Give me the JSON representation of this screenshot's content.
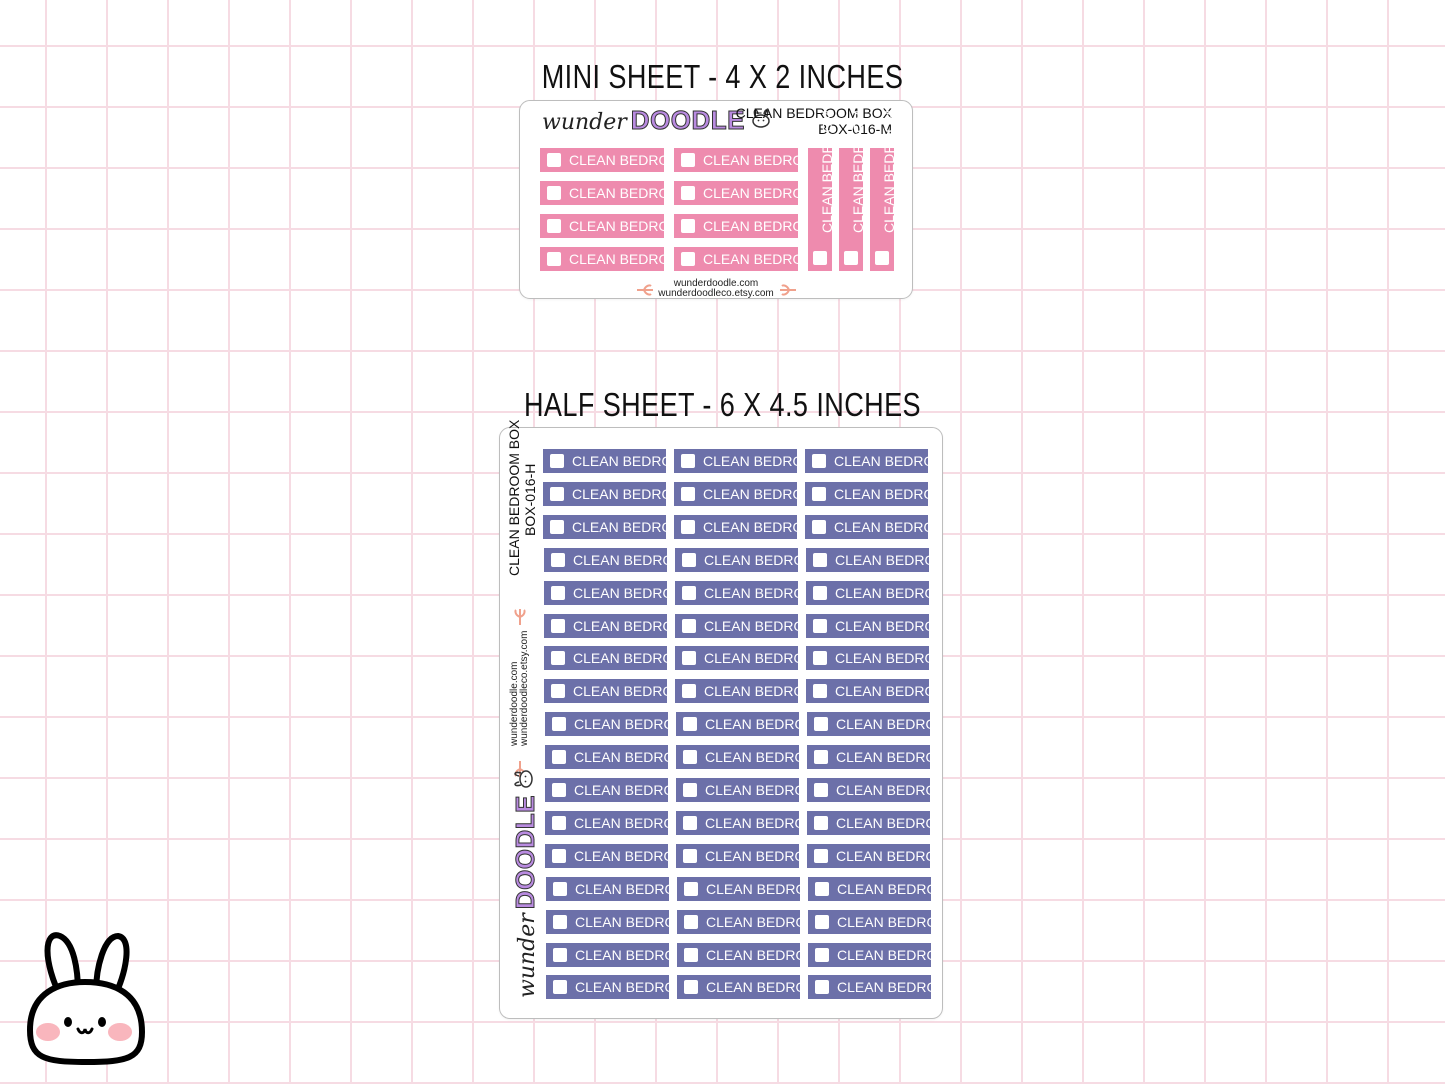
{
  "mini_title": "MINI SHEET - 4 X 2 INCHES",
  "half_title": "HALF SHEET - 6 X 4.5 INCHES",
  "brand": {
    "script": "wunder",
    "bold": "DOODLE"
  },
  "mini": {
    "name": "CLEAN BEDROOM BOX",
    "code": "BOX-016-M",
    "label": "CLEAN BEDROOM",
    "web": "wunderdoodle.com",
    "etsy": "wunderdoodleco.etsy.com"
  },
  "half": {
    "name": "CLEAN BEDROOM BOX",
    "code": "BOX-016-H",
    "label": "CLEAN BEDROOM",
    "web": "wunderdoodle.com",
    "etsy": "wunderdoodleco.etsy.com"
  },
  "colors": {
    "pink": "#ee8bae",
    "blue": "#6c70a9",
    "grid": "#f6dbe3"
  },
  "icons": [
    "bunny-mascot-icon",
    "bunny-logo-icon",
    "leaf-sprig-icon",
    "checkbox-icon"
  ]
}
